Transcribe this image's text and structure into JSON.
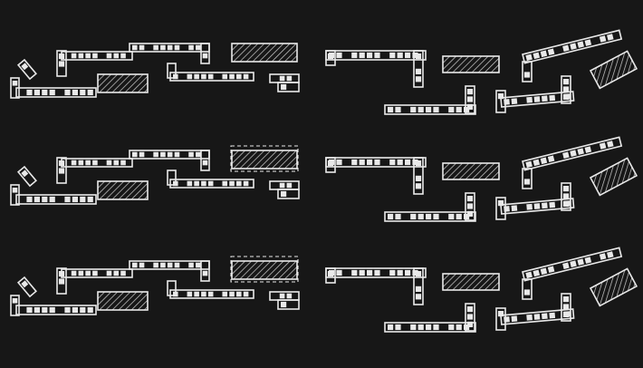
{
  "colors": {
    "background": "#171717",
    "outline": "#e9e9e9",
    "window": "#e9e9e9",
    "hatch": "#cfcfcf"
  },
  "diagram": {
    "rows": [
      "row-1",
      "row-2",
      "row-3"
    ],
    "panels_per_row": 2,
    "elements": [
      "building-block",
      "hatched-block",
      "dashed-outline"
    ]
  }
}
